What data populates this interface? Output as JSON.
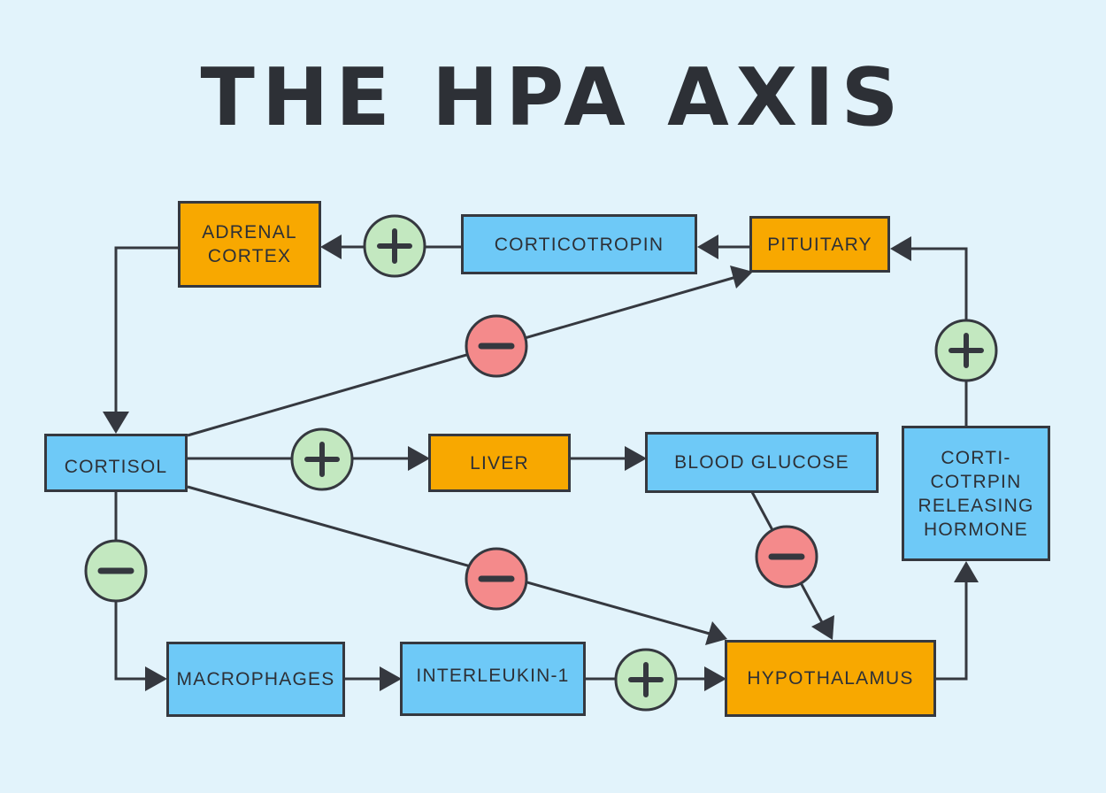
{
  "title": "THE HPA AXIS",
  "colors": {
    "background": "#e2f3fb",
    "blue_node": "#6ec9f7",
    "orange_node": "#f8a800",
    "positive_sign": "#c3e8c0",
    "negative_sign": "#f48a8b",
    "stroke": "#35383f"
  },
  "nodes": {
    "adrenal_cortex": "ADRENAL\nCORTEX",
    "corticotropin": "CORTICOTROPIN",
    "pituitary": "PITUITARY",
    "cortisol": "CORTISOL",
    "liver": "LIVER",
    "blood_glucose": "BLOOD GLUCOSE",
    "crh": "CORTI-\nCOTRPIN\nRELEASING\nHORMONE",
    "macrophages": "MACROPHAGES",
    "interleukin": "INTERLEUKIN-1",
    "hypothalamus": "HYPOTHALAMUS"
  },
  "edges": [
    {
      "from": "pituitary",
      "to": "corticotropin",
      "effect": "none"
    },
    {
      "from": "corticotropin",
      "to": "adrenal_cortex",
      "effect": "stimulates"
    },
    {
      "from": "adrenal_cortex",
      "to": "cortisol",
      "effect": "none"
    },
    {
      "from": "cortisol",
      "to": "pituitary",
      "effect": "inhibits"
    },
    {
      "from": "cortisol",
      "to": "liver",
      "effect": "stimulates"
    },
    {
      "from": "liver",
      "to": "blood_glucose",
      "effect": "none"
    },
    {
      "from": "blood_glucose",
      "to": "hypothalamus",
      "effect": "inhibits"
    },
    {
      "from": "cortisol",
      "to": "hypothalamus",
      "effect": "inhibits"
    },
    {
      "from": "cortisol",
      "to": "macrophages",
      "effect": "inhibits"
    },
    {
      "from": "macrophages",
      "to": "interleukin",
      "effect": "none"
    },
    {
      "from": "interleukin",
      "to": "hypothalamus",
      "effect": "stimulates"
    },
    {
      "from": "hypothalamus",
      "to": "crh",
      "effect": "none"
    },
    {
      "from": "crh",
      "to": "pituitary",
      "effect": "stimulates"
    }
  ]
}
